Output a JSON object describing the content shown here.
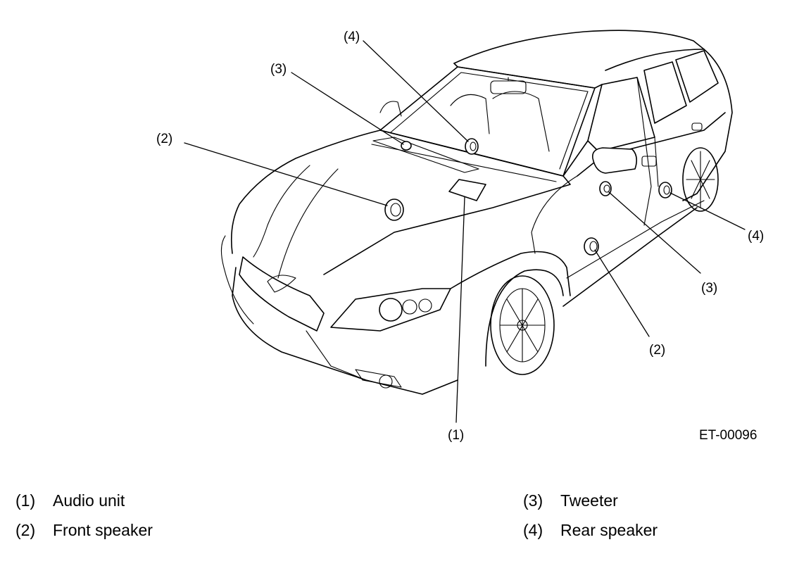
{
  "diagram": {
    "callouts": {
      "audio_unit": "(1)",
      "front_speaker_left": "(2)",
      "front_speaker_right": "(2)",
      "tweeter_left": "(3)",
      "tweeter_right": "(3)",
      "rear_speaker_left": "(4)",
      "rear_speaker_right": "(4)"
    },
    "figure_code": "ET-00096"
  },
  "legend": [
    {
      "number": "(1)",
      "label": "Audio unit"
    },
    {
      "number": "(2)",
      "label": "Front speaker"
    },
    {
      "number": "(3)",
      "label": "Tweeter"
    },
    {
      "number": "(4)",
      "label": "Rear speaker"
    }
  ]
}
